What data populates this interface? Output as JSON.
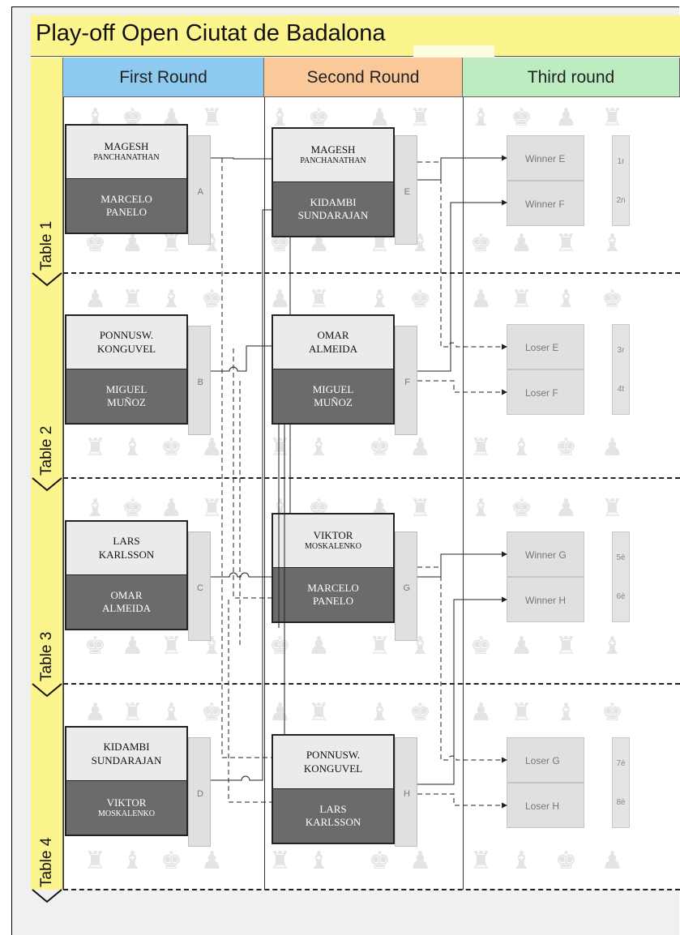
{
  "title": "Play-off Open Ciutat de Badalona",
  "rounds": [
    "First Round",
    "Second Round",
    "Third round"
  ],
  "tables": [
    "Table 1",
    "Table 2",
    "Table 3",
    "Table 4"
  ],
  "first_round": [
    {
      "id": "A",
      "top": [
        "MAGESH",
        "PANCHANATHAN"
      ],
      "bottom": [
        "MARCELO",
        "PANELO"
      ]
    },
    {
      "id": "B",
      "top": [
        "PONNUSW.",
        "KONGUVEL"
      ],
      "bottom": [
        "MIGUEL",
        "MUÑOZ"
      ]
    },
    {
      "id": "C",
      "top": [
        "LARS",
        "KARLSSON"
      ],
      "bottom": [
        "OMAR",
        "ALMEIDA"
      ]
    },
    {
      "id": "D",
      "top": [
        "KIDAMBI",
        "SUNDARAJAN"
      ],
      "bottom": [
        "VIKTOR",
        "MOSKALENKO"
      ]
    }
  ],
  "second_round": [
    {
      "id": "E",
      "top": [
        "MAGESH",
        "PANCHANATHAN"
      ],
      "bottom": [
        "KIDAMBI",
        "SUNDARAJAN"
      ]
    },
    {
      "id": "F",
      "top": [
        "OMAR",
        "ALMEIDA"
      ],
      "bottom": [
        "MIGUEL",
        "MUÑOZ"
      ]
    },
    {
      "id": "G",
      "top": [
        "VIKTOR",
        "MOSKALENKO"
      ],
      "bottom": [
        "MARCELO",
        "PANELO"
      ]
    },
    {
      "id": "H",
      "top": [
        "PONNUSW.",
        "KONGUVEL"
      ],
      "bottom": [
        "LARS",
        "KARLSSON"
      ]
    }
  ],
  "third_round": [
    {
      "a": "Winner E",
      "b": "Winner F",
      "places": [
        "1r",
        "2n"
      ]
    },
    {
      "a": "Loser E",
      "b": "Loser F",
      "places": [
        "3r",
        "4t"
      ]
    },
    {
      "a": "Winner G",
      "b": "Winner H",
      "places": [
        "5è",
        "6è"
      ]
    },
    {
      "a": "Loser G",
      "b": "Loser H",
      "places": [
        "7è",
        "8è"
      ]
    }
  ],
  "colors": {
    "title_bg": "#fcf48c",
    "first_round_bg": "#8ec9f0",
    "second_round_bg": "#fbc89a",
    "third_round_bg": "#bdecc0",
    "player_light": "#ebebeb",
    "player_dark": "#6b6b6b"
  }
}
